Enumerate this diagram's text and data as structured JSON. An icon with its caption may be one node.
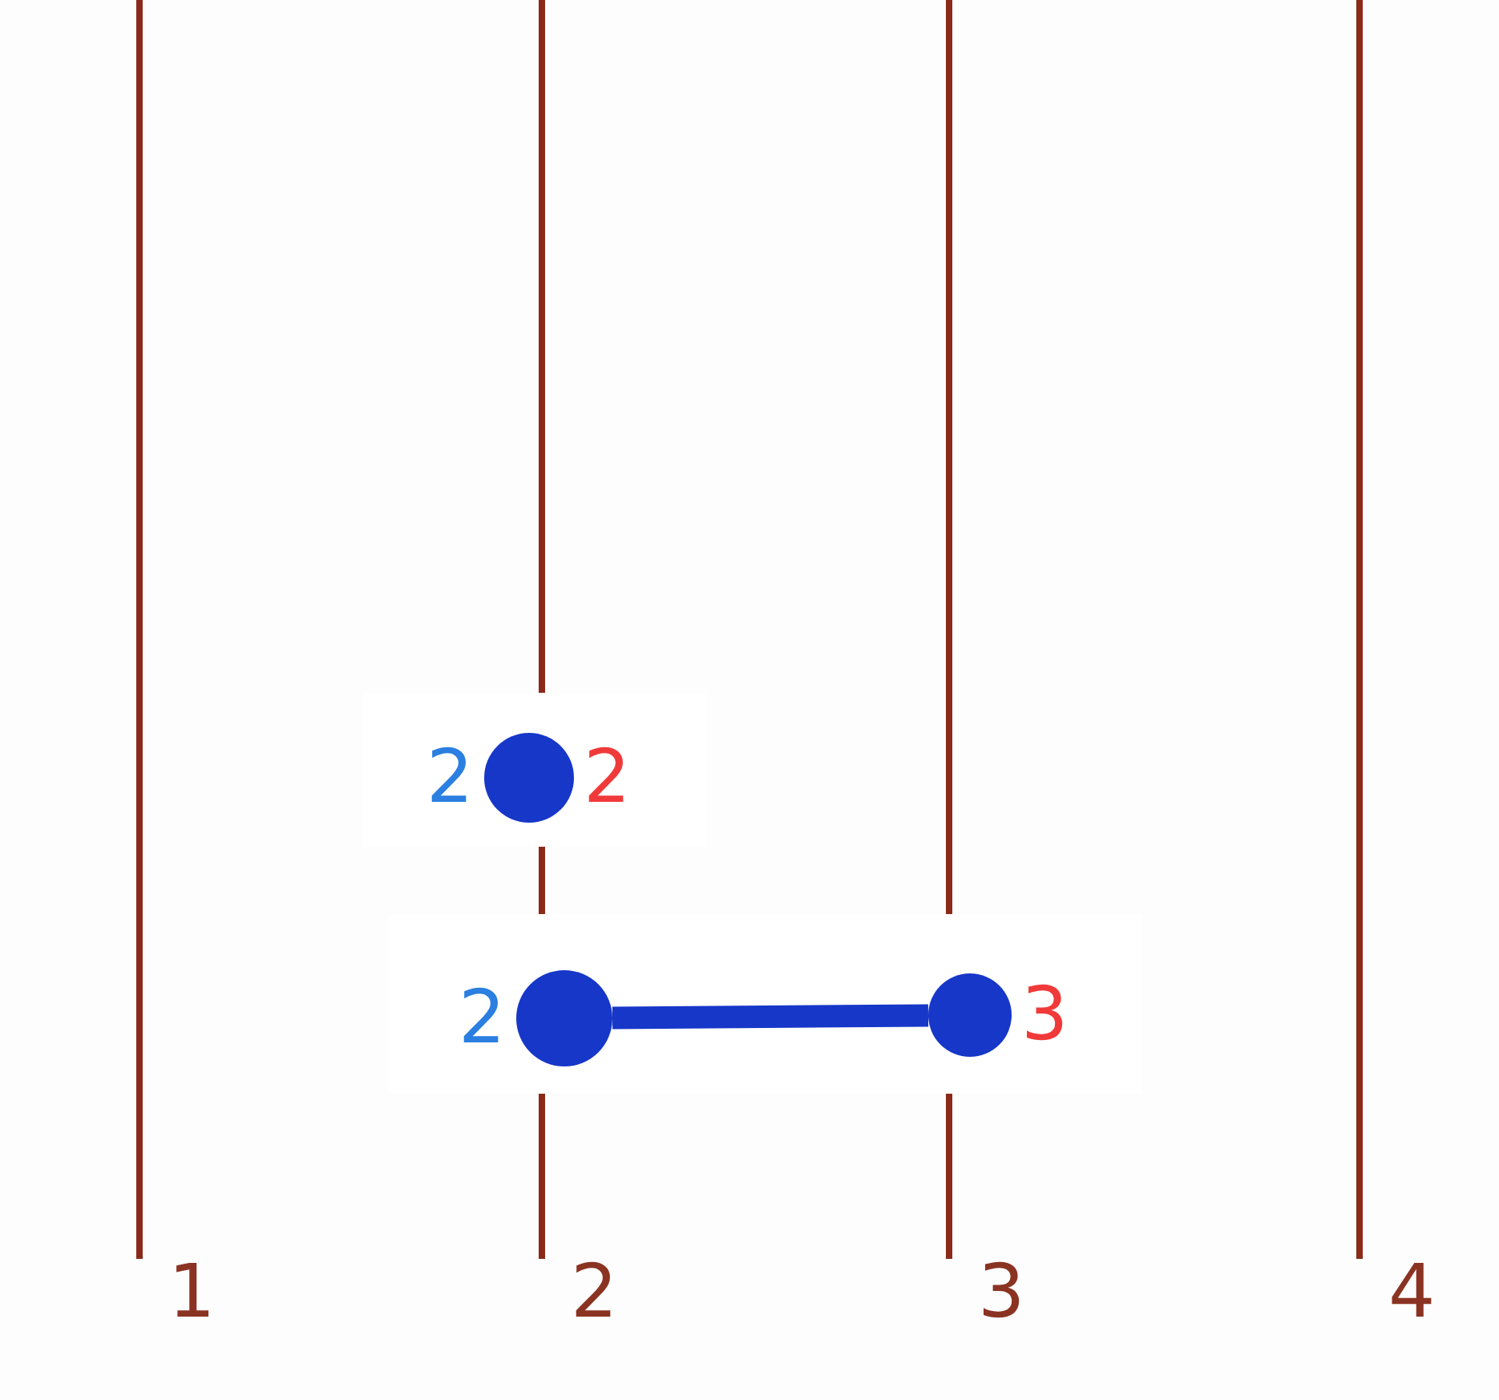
{
  "diagram": {
    "nodes": [
      {
        "text": [],
        "shape": "circle",
        "beside": [
          "2",
          "2"
        ]
      },
      {
        "text": [],
        "shape": "circle",
        "beside": [
          "2"
        ]
      },
      {
        "text": [],
        "shape": "circle",
        "beside": [
          "3"
        ]
      }
    ],
    "edges": [
      {
        "from": 1,
        "to": 2,
        "arrow": "none"
      }
    ],
    "labels": [
      "1",
      "2",
      "3",
      "4"
    ]
  }
}
